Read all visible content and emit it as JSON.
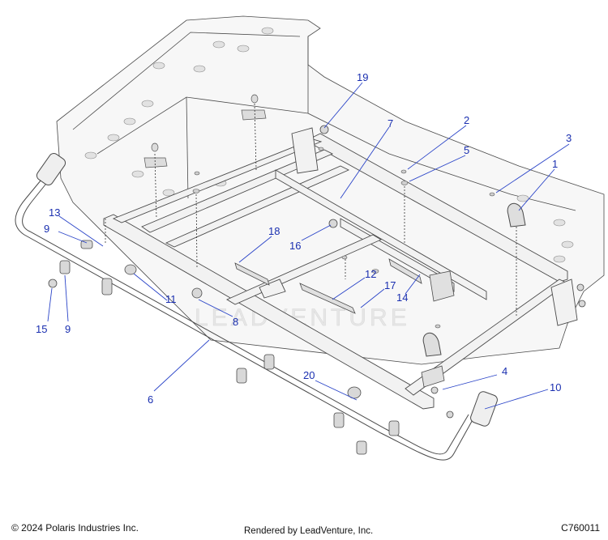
{
  "callouts": [
    {
      "id": "1",
      "label": "1"
    },
    {
      "id": "2",
      "label": "2"
    },
    {
      "id": "3",
      "label": "3"
    },
    {
      "id": "4",
      "label": "4"
    },
    {
      "id": "5",
      "label": "5"
    },
    {
      "id": "6",
      "label": "6"
    },
    {
      "id": "7",
      "label": "7"
    },
    {
      "id": "8",
      "label": "8"
    },
    {
      "id": "9a",
      "label": "9"
    },
    {
      "id": "9b",
      "label": "9"
    },
    {
      "id": "10",
      "label": "10"
    },
    {
      "id": "11",
      "label": "11"
    },
    {
      "id": "12",
      "label": "12"
    },
    {
      "id": "13",
      "label": "13"
    },
    {
      "id": "14",
      "label": "14"
    },
    {
      "id": "15",
      "label": "15"
    },
    {
      "id": "16",
      "label": "16"
    },
    {
      "id": "17",
      "label": "17"
    },
    {
      "id": "18",
      "label": "18"
    },
    {
      "id": "19",
      "label": "19"
    },
    {
      "id": "20",
      "label": "20"
    }
  ],
  "watermark": "LEADVENTURE",
  "footer": {
    "copyright": "© 2024 Polaris Industries Inc.",
    "rendered_by": "Rendered by LeadVenture, Inc.",
    "figure_id": "C760011"
  },
  "colors": {
    "callout_text": "#1a2fb0",
    "leader_line": "#2a44c8",
    "part_outline": "#4a4a4a",
    "part_fill": "#f4f4f4",
    "watermark": "#e9e9e9"
  }
}
